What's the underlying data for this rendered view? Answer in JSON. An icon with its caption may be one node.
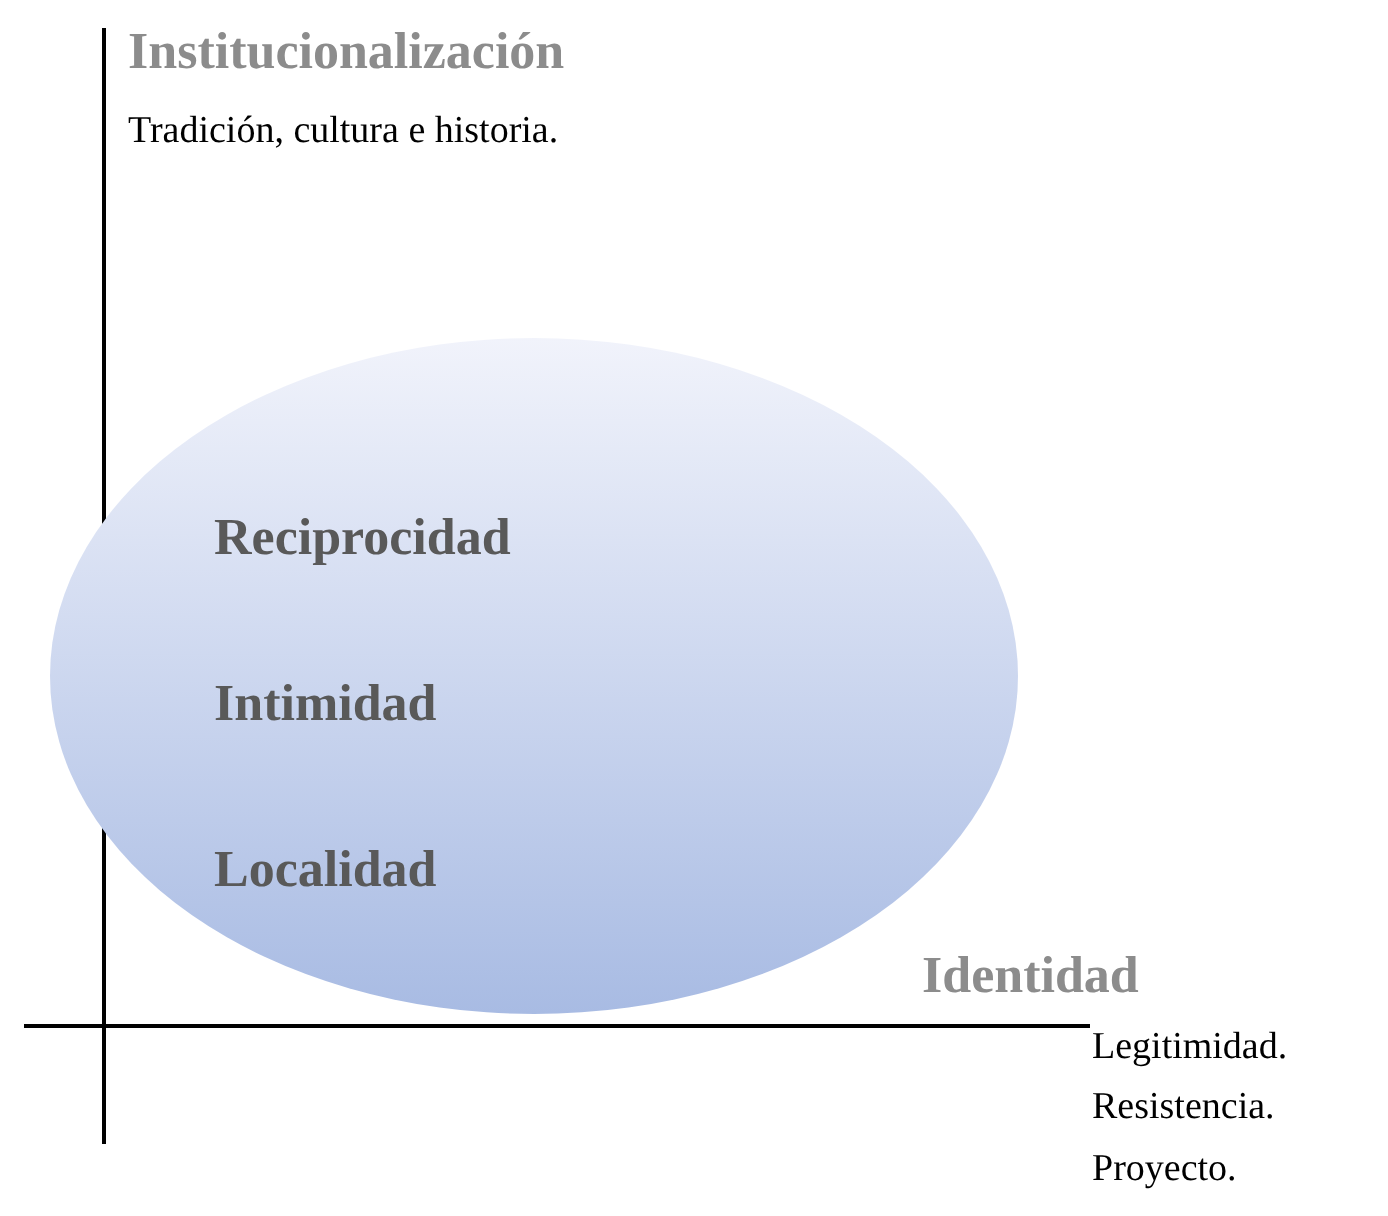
{
  "diagram": {
    "nodes": [
      {
        "text": [
          "Reciprocidad",
          "Intimidad",
          "Localidad"
        ]
      }
    ],
    "edges": [],
    "labels": [
      "Institucionalización",
      "Tradición, cultura e historia.",
      "Identidad",
      "Legitimidad.",
      "Resistencia.",
      "Proyecto."
    ]
  }
}
